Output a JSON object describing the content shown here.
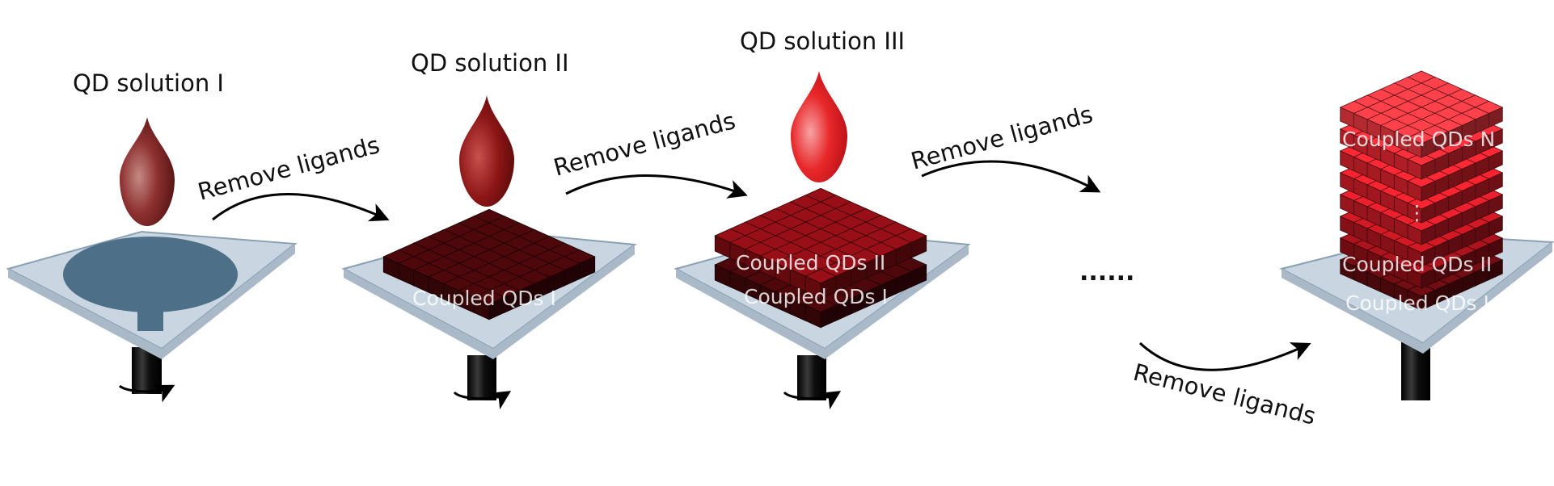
{
  "solutions": [
    "QD solution I",
    "QD solution II",
    "QD solution III"
  ],
  "step_label": "Remove ligands",
  "films": {
    "stage2": [
      "Coupled QDs I"
    ],
    "stage3": [
      "Coupled QDs II",
      "Coupled QDs I"
    ],
    "final": [
      "Coupled QDs N",
      "⋮",
      "Coupled QDs II",
      "Coupled QDs I"
    ]
  },
  "ellipsis": "......",
  "colors": {
    "drop_dark": "#7a1e1e",
    "drop_bright": "#e0161b",
    "glass": "#c6d3e0",
    "substrate_disc": "#4d6f87",
    "shaft": "#111111",
    "cube_dark": "#3e0609",
    "cube_bright": "#d0202a"
  }
}
